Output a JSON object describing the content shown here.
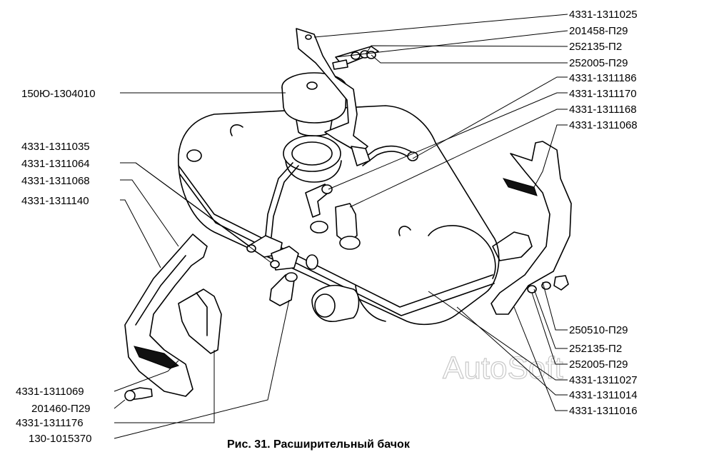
{
  "caption": "Рис. 31. Расширительный бачок",
  "watermark": "AutoSoft",
  "labels": {
    "r1": "4331-1311025",
    "r2": "201458-П29",
    "r3": "252135-П2",
    "r4": "252005-П29",
    "r5": "4331-1311186",
    "r6": "4331-1311170",
    "r7": "4331-1311168",
    "r8": "4331-1311068",
    "r9": "250510-П29",
    "r10": "252135-П2",
    "r11": "252005-П29",
    "r12": "4331-1311027",
    "r13": "4331-1311014",
    "r14": "4331-1311016",
    "l1": "150Ю-1304010",
    "l2": "4331-1311035",
    "l3": "4331-1311064",
    "l4": "4331-1311068",
    "l5": "4331-1311140",
    "l6": "4331-1311069",
    "l7": "201460-П29",
    "l8": "4331-1311176",
    "l9": "130-1015370"
  }
}
